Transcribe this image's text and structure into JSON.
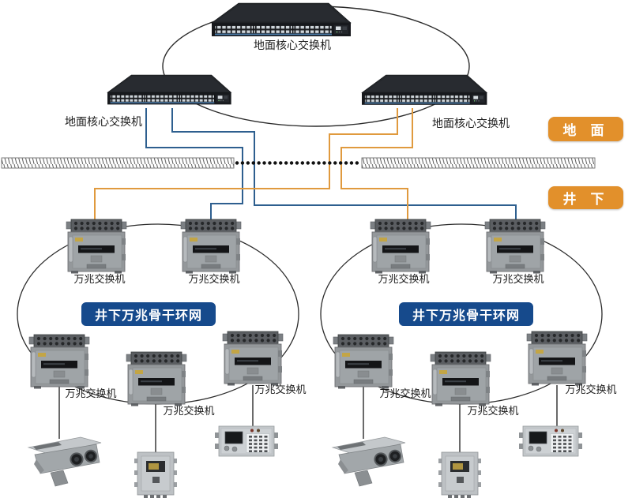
{
  "surface": {
    "zone_badge": "地 面",
    "core_switch_top_label": "地面核心交换机",
    "core_switch_left_label": "地面核心交换机",
    "core_switch_right_label": "地面核心交换机"
  },
  "underground": {
    "zone_badge": "井 下",
    "left_ring": {
      "badge": "井下万兆骨干环网",
      "switch_labels": [
        "万兆交换机",
        "万兆交换机",
        "万兆交换机",
        "万兆交换机",
        "万兆交换机"
      ]
    },
    "right_ring": {
      "badge": "井下万兆骨干环网",
      "switch_labels": [
        "万兆交换机",
        "万兆交换机",
        "万兆交换机",
        "万兆交换机",
        "万兆交换机"
      ]
    }
  },
  "colors": {
    "wire_blue": "#2E5F8F",
    "wire_orange": "#E09A3E",
    "ring_line": "#2B2B2B",
    "badge_orange_bg": "#E2902B",
    "badge_blue_bg": "#164A8C",
    "label_text": "#1C1C1C"
  },
  "icons": {
    "core_switch": "rack-switch-icon",
    "ring_switch": "flameproof-switch-icon",
    "camera": "explosionproof-camera-icon",
    "junction_box": "junction-box-icon",
    "keypad_station": "keypad-station-icon"
  }
}
